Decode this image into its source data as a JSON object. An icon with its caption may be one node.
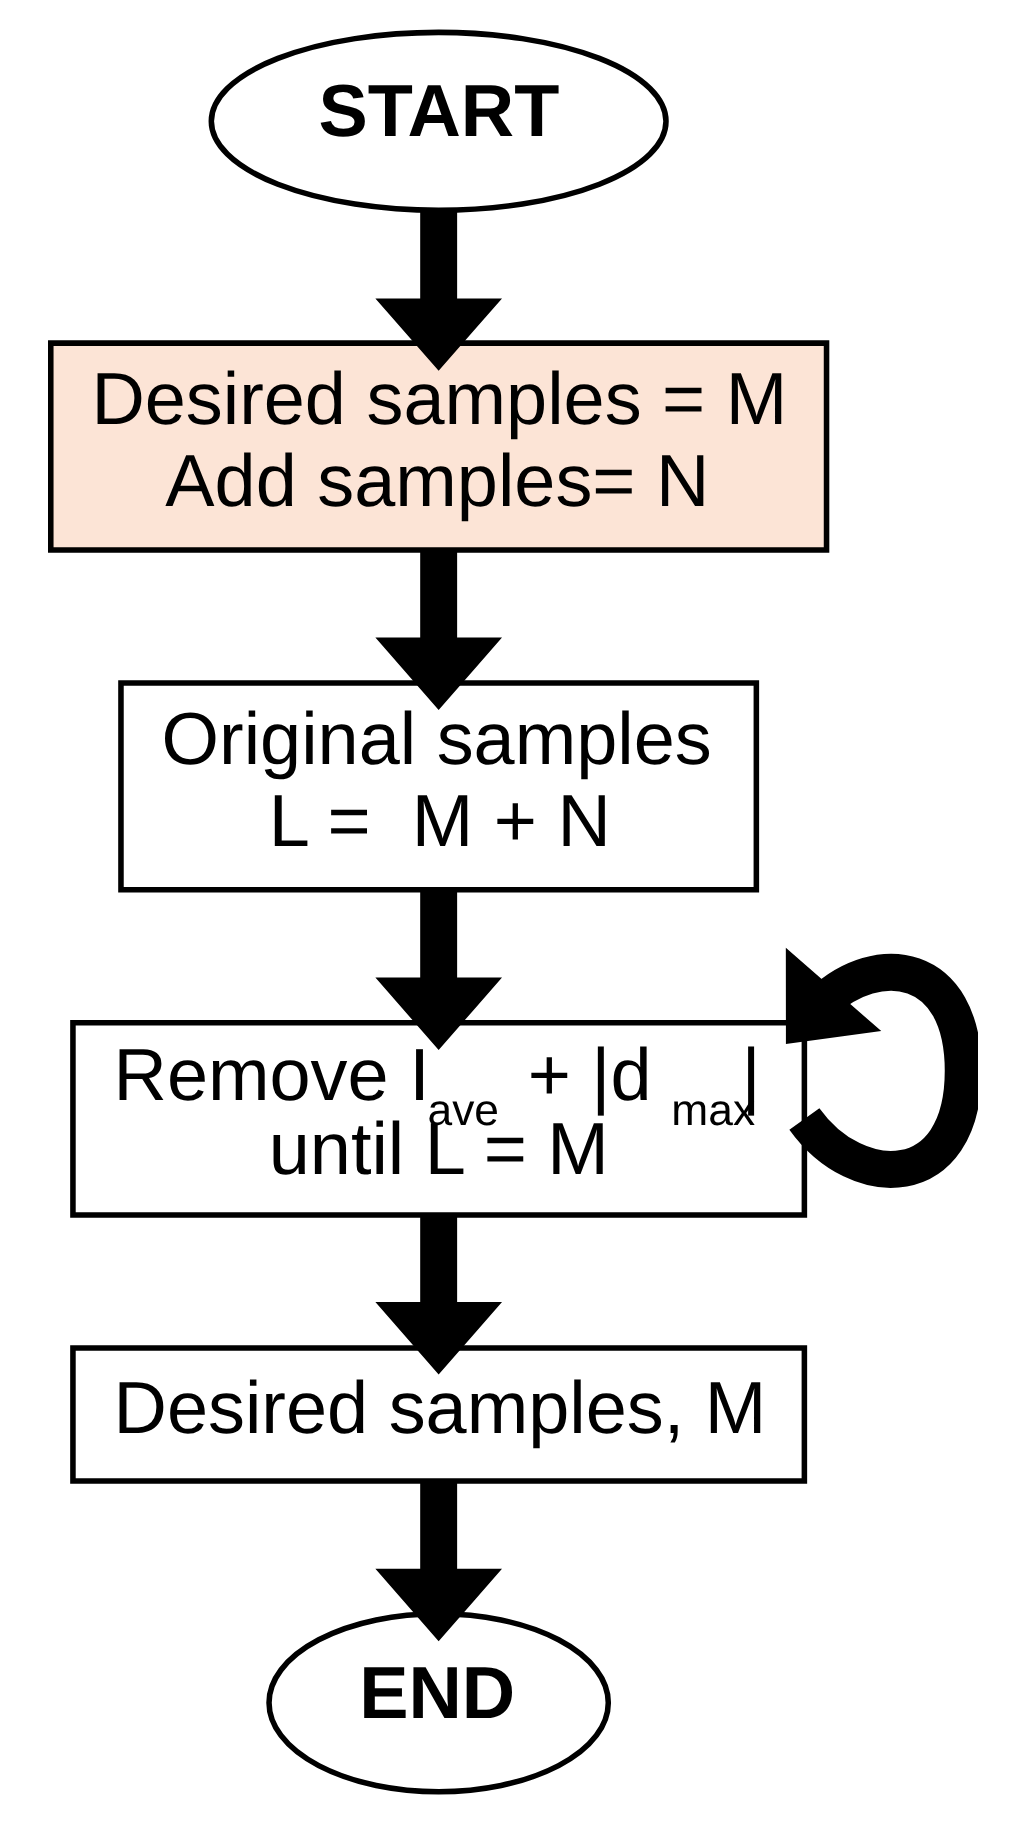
{
  "diagram": {
    "nodes": [
      {
        "text": [
          "START"
        ]
      },
      {
        "text": [
          "Desired samples = M",
          "Add samples= N"
        ]
      },
      {
        "text": [
          "Original samples",
          "L =  M + N"
        ]
      },
      {
        "text": [
          "Remove I$_{ave}$ + |d $_{max}$|",
          "until L = M"
        ]
      },
      {
        "text": [
          "Desired samples, M"
        ]
      },
      {
        "text": [
          "END"
        ]
      }
    ],
    "edges": [
      {
        "from": 0,
        "to": 1,
        "arrow": "to"
      },
      {
        "from": 1,
        "to": 2,
        "arrow": "to"
      },
      {
        "from": 2,
        "to": 3,
        "arrow": "to"
      },
      {
        "from": 3,
        "to": 3,
        "arrow": "to"
      },
      {
        "from": 3,
        "to": 4,
        "arrow": "to"
      },
      {
        "from": 4,
        "to": 5,
        "arrow": "to"
      }
    ]
  }
}
